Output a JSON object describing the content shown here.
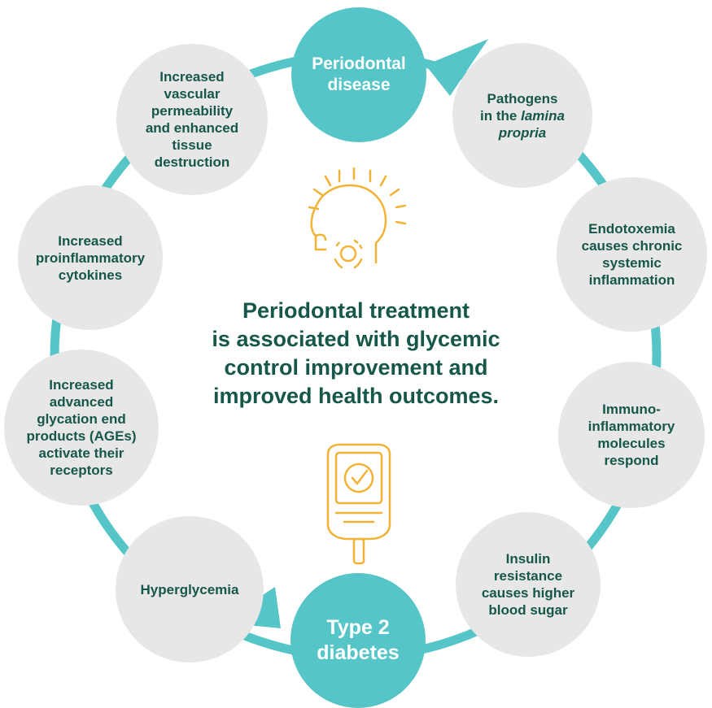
{
  "colors": {
    "ring": "#56c5c8",
    "node_fill": "#e7e7e8",
    "node_text": "#16574a",
    "highlight_fill": "#56c5c8",
    "highlight_text": "#ffffff",
    "icon": "#f2b233"
  },
  "center": {
    "line1": "Periodontal treatment",
    "line2": "is associated with glycemic",
    "line3": "control improvement and",
    "line4": "improved health outcomes."
  },
  "nodes": {
    "periodontal_disease": {
      "line1": "Periodontal",
      "line2": "disease"
    },
    "pathogens": {
      "line1": "Pathogens",
      "line2_prefix": "in the ",
      "line2_italic": "lamina",
      "line3_italic": "propria"
    },
    "endotoxemia": {
      "line1": "Endotoxemia",
      "line2": "causes chronic",
      "line3": "systemic",
      "line4": "inflammation"
    },
    "immuno": {
      "line1": "Immuno-",
      "line2": "inflammatory",
      "line3": "molecules",
      "line4": "respond"
    },
    "insulin": {
      "line1": "Insulin",
      "line2": "resistance",
      "line3": "causes higher",
      "line4": "blood sugar"
    },
    "type2": {
      "line1": "Type 2",
      "line2": "diabetes"
    },
    "hyperglycemia": {
      "line1": "Hyperglycemia"
    },
    "ages": {
      "line1": "Increased",
      "line2": "advanced",
      "line3": "glycation end",
      "line4": "products (AGEs)",
      "line5": "activate their",
      "line6": "receptors"
    },
    "cytokines": {
      "line1": "Increased",
      "line2": "proinflammatory",
      "line3": "cytokines"
    },
    "vascular": {
      "line1": "Increased",
      "line2": "vascular",
      "line3": "permeability",
      "line4": "and enhanced",
      "line5": "tissue",
      "line6": "destruction"
    }
  },
  "icons": {
    "head": "head-with-glowing-mouth-icon",
    "meter": "glucose-meter-icon"
  }
}
